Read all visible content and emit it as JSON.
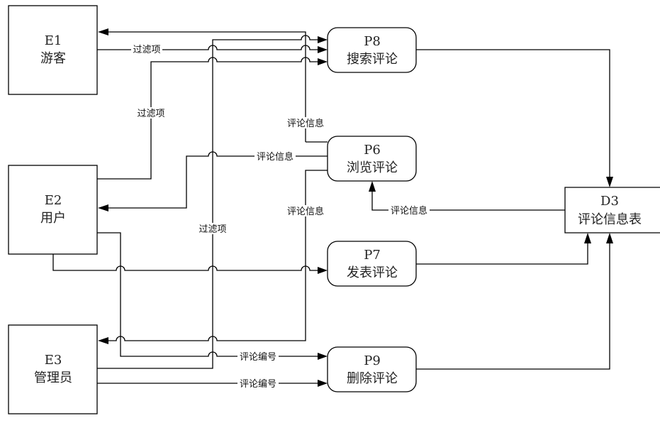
{
  "diagram": {
    "type": "data-flow-diagram",
    "externals": [
      {
        "id": "E1",
        "name": "游客"
      },
      {
        "id": "E2",
        "name": "用户"
      },
      {
        "id": "E3",
        "name": "管理员"
      }
    ],
    "processes": [
      {
        "id": "P8",
        "name": "搜索评论"
      },
      {
        "id": "P6",
        "name": "浏览评论"
      },
      {
        "id": "P7",
        "name": "发表评论"
      },
      {
        "id": "P9",
        "name": "删除评论"
      }
    ],
    "stores": [
      {
        "id": "D3",
        "name": "评论信息表"
      }
    ],
    "flows": [
      {
        "from": "E1",
        "to": "P8",
        "label": "过滤项"
      },
      {
        "from": "E2",
        "to": "P8",
        "label": "过滤项"
      },
      {
        "from": "E3",
        "to": "P8",
        "label": "过滤项"
      },
      {
        "from": "P8",
        "to": "E1",
        "label": "评论信息"
      },
      {
        "from": "P6",
        "to": "E2",
        "label": "评论信息"
      },
      {
        "from": "P6",
        "to": "E3",
        "label": "评论信息"
      },
      {
        "from": "D3",
        "to": "P6",
        "label": "评论信息"
      },
      {
        "from": "E2",
        "to": "P7",
        "label": ""
      },
      {
        "from": "E2",
        "to": "P9",
        "label": "评论编号"
      },
      {
        "from": "E3",
        "to": "P9",
        "label": "评论编号"
      },
      {
        "from": "P8",
        "to": "D3",
        "label": ""
      },
      {
        "from": "P7",
        "to": "D3",
        "label": ""
      },
      {
        "from": "P9",
        "to": "D3",
        "label": ""
      }
    ]
  }
}
